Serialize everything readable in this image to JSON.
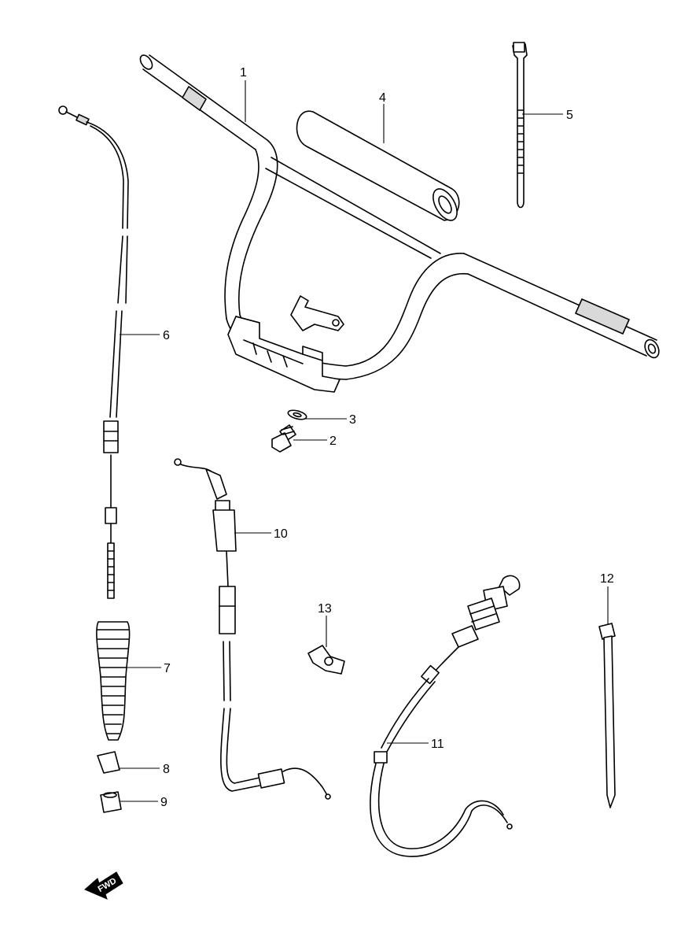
{
  "callouts": {
    "c1": "1",
    "c2": "2",
    "c3": "3",
    "c4": "4",
    "c5": "5",
    "c6": "6",
    "c7": "7",
    "c8": "8",
    "c9": "9",
    "c10": "10",
    "c11": "11",
    "c12": "12",
    "c13": "13"
  },
  "fwd_label": "FWD"
}
